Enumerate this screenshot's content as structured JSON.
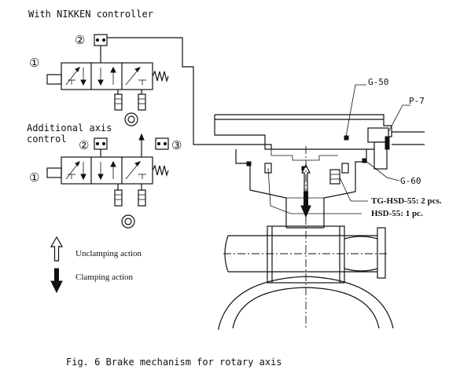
{
  "labels": {
    "nikken_title": "With NIKKEN controller",
    "additional_line1": "Additional axis",
    "additional_line2": "control",
    "num_1": "①",
    "num_2": "②",
    "num_3": "③",
    "unclamping": "Unclamping action",
    "clamping": "Clamping action",
    "g50": "G-50",
    "p7": "P-7",
    "g60": "G-60",
    "tg_hsd": "TG-HSD-55: 2 pcs.",
    "hsd": "HSD-55:    1 pc.",
    "caption": "Fig. 6  Brake mechanism for rotary axis"
  },
  "icons": {
    "unclamp_arrow": "hollow-up-arrow-icon",
    "clamp_arrow": "solid-down-arrow-icon"
  }
}
